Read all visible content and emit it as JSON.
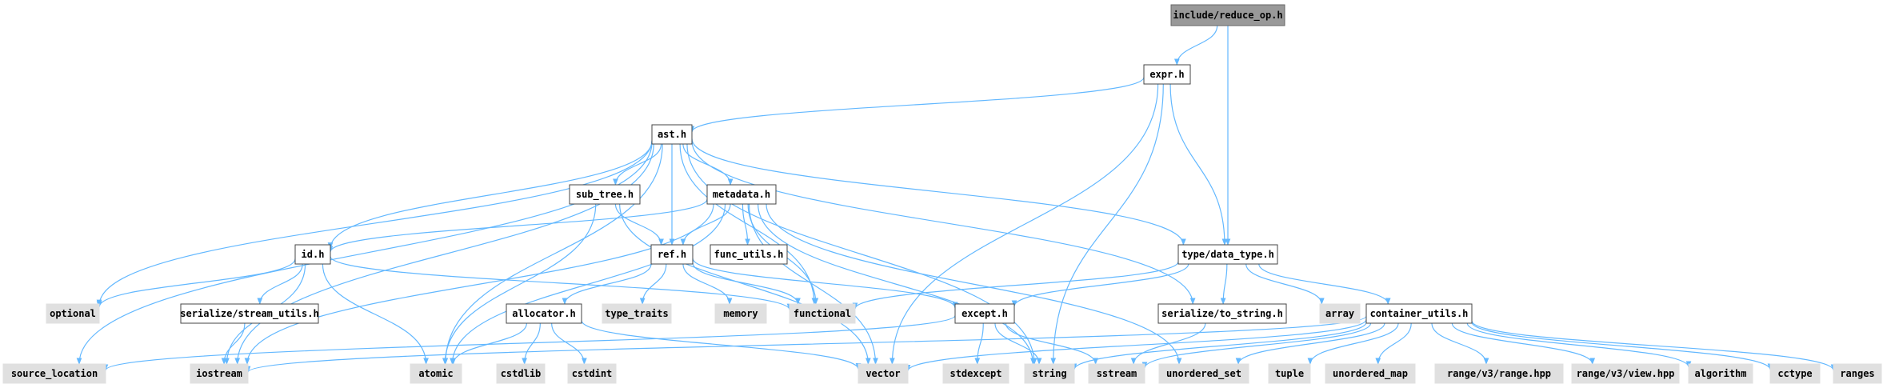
{
  "nodes": [
    {
      "id": "reduce_op",
      "label": "include/reduce_op.h",
      "kind": "root"
    },
    {
      "id": "expr",
      "label": "expr.h",
      "kind": "doc"
    },
    {
      "id": "ast",
      "label": "ast.h",
      "kind": "doc"
    },
    {
      "id": "sub_tree",
      "label": "sub_tree.h",
      "kind": "doc"
    },
    {
      "id": "metadata",
      "label": "metadata.h",
      "kind": "doc"
    },
    {
      "id": "id",
      "label": "id.h",
      "kind": "doc"
    },
    {
      "id": "ref",
      "label": "ref.h",
      "kind": "doc"
    },
    {
      "id": "func_utils",
      "label": "func_utils.h",
      "kind": "doc"
    },
    {
      "id": "data_type",
      "label": "type/data_type.h",
      "kind": "doc"
    },
    {
      "id": "stream_utils",
      "label": "serialize/stream_utils.h",
      "kind": "doc"
    },
    {
      "id": "allocator",
      "label": "allocator.h",
      "kind": "doc"
    },
    {
      "id": "except",
      "label": "except.h",
      "kind": "doc"
    },
    {
      "id": "to_string",
      "label": "serialize/to_string.h",
      "kind": "doc"
    },
    {
      "id": "container_utils",
      "label": "container_utils.h",
      "kind": "doc"
    },
    {
      "id": "optional",
      "label": "optional",
      "kind": "ext"
    },
    {
      "id": "type_traits",
      "label": "type_traits",
      "kind": "ext"
    },
    {
      "id": "memory",
      "label": "memory",
      "kind": "ext"
    },
    {
      "id": "functional",
      "label": "functional",
      "kind": "ext"
    },
    {
      "id": "array",
      "label": "array",
      "kind": "ext"
    },
    {
      "id": "source_location",
      "label": "source_location",
      "kind": "ext"
    },
    {
      "id": "iostream",
      "label": "iostream",
      "kind": "ext"
    },
    {
      "id": "atomic",
      "label": "atomic",
      "kind": "ext"
    },
    {
      "id": "cstdlib",
      "label": "cstdlib",
      "kind": "ext"
    },
    {
      "id": "cstdint",
      "label": "cstdint",
      "kind": "ext"
    },
    {
      "id": "vector",
      "label": "vector",
      "kind": "ext"
    },
    {
      "id": "stdexcept",
      "label": "stdexcept",
      "kind": "ext"
    },
    {
      "id": "string",
      "label": "string",
      "kind": "ext"
    },
    {
      "id": "sstream",
      "label": "sstream",
      "kind": "ext"
    },
    {
      "id": "unordered_set",
      "label": "unordered_set",
      "kind": "ext"
    },
    {
      "id": "tuple",
      "label": "tuple",
      "kind": "ext"
    },
    {
      "id": "unordered_map",
      "label": "unordered_map",
      "kind": "ext"
    },
    {
      "id": "range_hpp",
      "label": "range/v3/range.hpp",
      "kind": "ext"
    },
    {
      "id": "view_hpp",
      "label": "range/v3/view.hpp",
      "kind": "ext"
    },
    {
      "id": "algorithm",
      "label": "algorithm",
      "kind": "ext"
    },
    {
      "id": "cctype",
      "label": "cctype",
      "kind": "ext"
    },
    {
      "id": "ranges",
      "label": "ranges",
      "kind": "ext"
    }
  ],
  "edges": [
    [
      "reduce_op",
      "expr"
    ],
    [
      "reduce_op",
      "data_type"
    ],
    [
      "expr",
      "ast"
    ],
    [
      "expr",
      "data_type"
    ],
    [
      "expr",
      "vector"
    ],
    [
      "expr",
      "string"
    ],
    [
      "ast",
      "sub_tree"
    ],
    [
      "ast",
      "metadata"
    ],
    [
      "ast",
      "id"
    ],
    [
      "ast",
      "ref"
    ],
    [
      "ast",
      "data_type"
    ],
    [
      "ast",
      "to_string"
    ],
    [
      "ast",
      "optional"
    ],
    [
      "ast",
      "functional"
    ],
    [
      "ast",
      "source_location"
    ],
    [
      "ast",
      "iostream"
    ],
    [
      "ast",
      "atomic"
    ],
    [
      "ast",
      "string"
    ],
    [
      "sub_tree",
      "ref"
    ],
    [
      "sub_tree",
      "atomic"
    ],
    [
      "sub_tree",
      "vector"
    ],
    [
      "metadata",
      "id"
    ],
    [
      "metadata",
      "ref"
    ],
    [
      "metadata",
      "func_utils"
    ],
    [
      "metadata",
      "functional"
    ],
    [
      "metadata",
      "iostream"
    ],
    [
      "metadata",
      "atomic"
    ],
    [
      "metadata",
      "vector"
    ],
    [
      "metadata",
      "string"
    ],
    [
      "metadata",
      "unordered_set"
    ],
    [
      "id",
      "stream_utils"
    ],
    [
      "id",
      "optional"
    ],
    [
      "id",
      "functional"
    ],
    [
      "id",
      "iostream"
    ],
    [
      "id",
      "atomic"
    ],
    [
      "ref",
      "allocator"
    ],
    [
      "ref",
      "except"
    ],
    [
      "ref",
      "type_traits"
    ],
    [
      "ref",
      "memory"
    ],
    [
      "ref",
      "functional"
    ],
    [
      "stream_utils",
      "iostream"
    ],
    [
      "allocator",
      "atomic"
    ],
    [
      "allocator",
      "cstdlib"
    ],
    [
      "allocator",
      "cstdint"
    ],
    [
      "allocator",
      "vector"
    ],
    [
      "data_type",
      "except"
    ],
    [
      "data_type",
      "to_string"
    ],
    [
      "data_type",
      "container_utils"
    ],
    [
      "data_type",
      "array"
    ],
    [
      "data_type",
      "functional"
    ],
    [
      "except",
      "source_location"
    ],
    [
      "except",
      "stdexcept"
    ],
    [
      "except",
      "string"
    ],
    [
      "except",
      "sstream"
    ],
    [
      "to_string",
      "sstream"
    ],
    [
      "container_utils",
      "iostream"
    ],
    [
      "container_utils",
      "vector"
    ],
    [
      "container_utils",
      "string"
    ],
    [
      "container_utils",
      "sstream"
    ],
    [
      "container_utils",
      "unordered_set"
    ],
    [
      "container_utils",
      "tuple"
    ],
    [
      "container_utils",
      "unordered_map"
    ],
    [
      "container_utils",
      "range_hpp"
    ],
    [
      "container_utils",
      "view_hpp"
    ],
    [
      "container_utils",
      "algorithm"
    ],
    [
      "container_utils",
      "cctype"
    ],
    [
      "container_utils",
      "ranges"
    ]
  ],
  "colors": {
    "edge": "#63b8ff",
    "doc_fill": "#ffffff",
    "doc_stroke": "#444444",
    "ext_fill": "#e0e0e0",
    "root_fill": "#999999",
    "root_stroke": "#666666"
  }
}
